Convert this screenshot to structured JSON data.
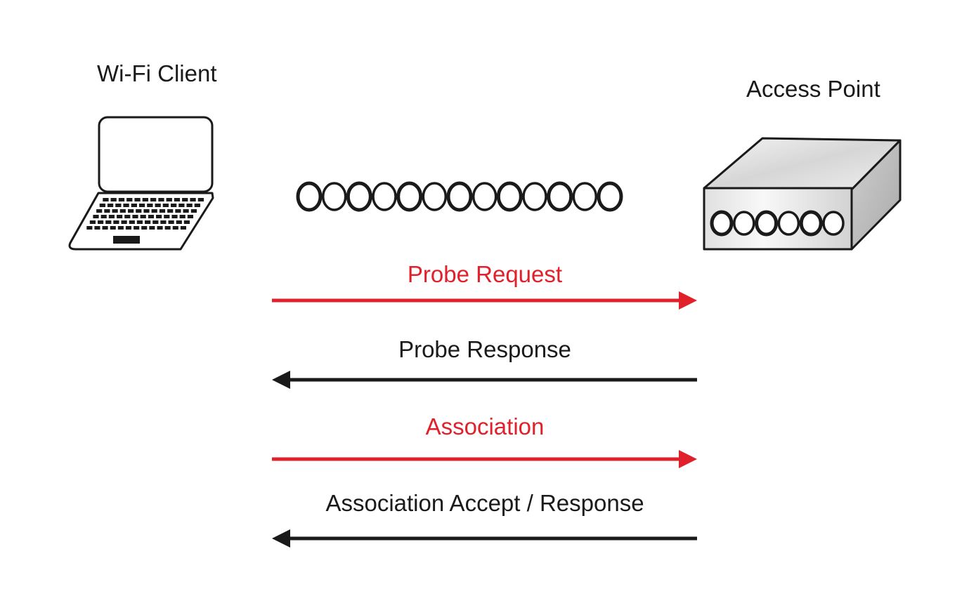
{
  "nodes": {
    "client": {
      "label": "Wi-Fi Client",
      "icon": "laptop-icon"
    },
    "access_point": {
      "label": "Access Point",
      "icon": "access-point-icon"
    }
  },
  "signal": {
    "icon": "wireless-signal-icon"
  },
  "colors": {
    "request": "#e0202a",
    "response": "#1a1a1a",
    "outline": "#1a1a1a",
    "background": "#ffffff"
  },
  "messages": [
    {
      "label": "Probe Request",
      "direction": "to-access-point",
      "color": "#e0202a"
    },
    {
      "label": "Probe Response",
      "direction": "to-client",
      "color": "#1a1a1a"
    },
    {
      "label": "Association",
      "direction": "to-access-point",
      "color": "#e0202a"
    },
    {
      "label": "Association Accept / Response",
      "direction": "to-client",
      "color": "#1a1a1a"
    }
  ]
}
